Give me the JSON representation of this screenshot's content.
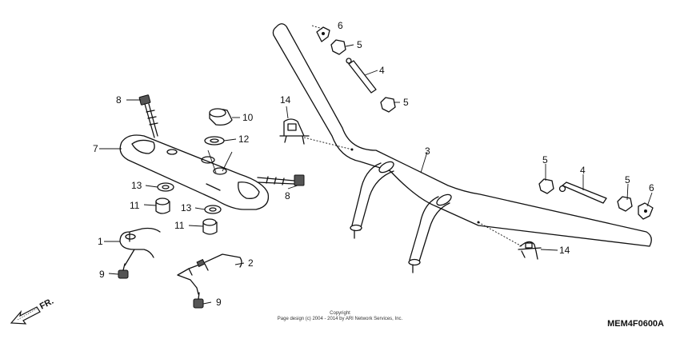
{
  "callouts": {
    "c1": "1",
    "c2": "2",
    "c3": "3",
    "c4a": "4",
    "c4b": "4",
    "c5a": "5",
    "c5b": "5",
    "c5c": "5",
    "c5d": "5",
    "c6a": "6",
    "c6b": "6",
    "c7": "7",
    "c8a": "8",
    "c8b": "8",
    "c9a": "9",
    "c9b": "9",
    "c10": "10",
    "c11a": "11",
    "c11b": "11",
    "c12": "12",
    "c13a": "13",
    "c13b": "13",
    "c14a": "14",
    "c14b": "14"
  },
  "front_arrow_label": "FR.",
  "copyright": {
    "line1": "Copyright",
    "line2": "Page design (c) 2004 - 2014 by ARI Network Services, Inc."
  },
  "diagram_code": "MEM4F0600A"
}
